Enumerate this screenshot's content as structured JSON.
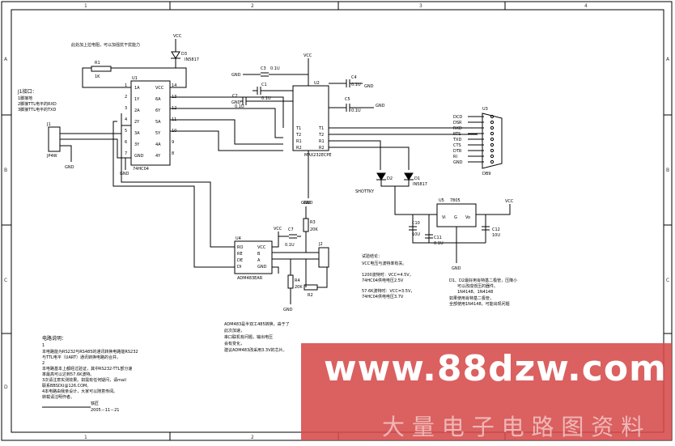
{
  "frame": {
    "cols": [
      "1",
      "2",
      "3",
      "4"
    ],
    "rows": [
      "A",
      "B",
      "C",
      "D"
    ]
  },
  "power": {
    "vcc": "VCC",
    "gnd": "GND"
  },
  "parts": {
    "d3": "D3",
    "d3_type": "IN5817",
    "r1": "R1",
    "r1_val": "1K",
    "u1": "U1",
    "u1_type": "74HC04",
    "u1_pins_left": [
      "1A",
      "1Y",
      "2A",
      "2Y",
      "3A",
      "3Y",
      "GND"
    ],
    "u1_pins_right": [
      "VCC",
      "6A",
      "6Y",
      "5A",
      "5Y",
      "4A",
      "4Y"
    ],
    "u1_nums_left": [
      "1",
      "2",
      "3",
      "4",
      "5",
      "6",
      "7"
    ],
    "u1_nums_right": [
      "14",
      "13",
      "12",
      "11",
      "10",
      "9",
      "8"
    ],
    "j1": "J1",
    "j1_type": "JP4W",
    "c1": "C1",
    "c2": "C2",
    "c3": "C3",
    "c4": "C4",
    "c5": "C5",
    "cap_val": "0.1U",
    "u2": "U2",
    "u2_type": "MAX232ECPE",
    "u2_pins_left": [
      "T1",
      "T2",
      "R1",
      "R2"
    ],
    "u2_pins_right": [
      "T1",
      "T2",
      "R1",
      "R2"
    ],
    "u3": "U3",
    "u3_type": "DB9",
    "db9_pins": [
      "DCD",
      "DSR",
      "RXD",
      "RTS",
      "TXD",
      "CTS",
      "DTR",
      "RI",
      "GND"
    ],
    "d1": "D1",
    "d1_type": "IN5817",
    "d2": "D2",
    "d2_type": "SHOTTKY",
    "u5": "U5",
    "u5_type": "7805",
    "reg_pins": [
      "Vi",
      "G",
      "Vo"
    ],
    "c10": "C10",
    "c10_val": "10U",
    "c11": "C11",
    "c11_val": "0.1U",
    "c12": "C12",
    "c12_val": "10U",
    "u4": "U4",
    "u4_type": "ADM483EAR",
    "u4_pins_left": [
      "RO",
      "RE",
      "DE",
      "DI"
    ],
    "u4_pins_right": [
      "VCC",
      "B",
      "A",
      "GND"
    ],
    "c7": "C7",
    "c7_val": "0.1U",
    "r3": "R3",
    "r3_val": "20K",
    "r4": "R4",
    "r4_val": "20K",
    "j2": "J2",
    "r2": "R2"
  },
  "notes": {
    "pullup": "此处加上拉电阻，可以加强抗干扰能力",
    "j1_title": "J1接口：",
    "j1_lines": [
      "1脚接地",
      "2脚接TTL电平的RXD",
      "3脚接TTL电平的TXD"
    ],
    "test_title": "试验结论：",
    "test_line1": "VCC电压与波特率有关。",
    "test_line2a": "1200波特时：VCC=4.5V，",
    "test_line2b": "74HC04供电电压2.5V",
    "test_line3a": "57.6K波特时：VCC=3.5V，",
    "test_line3b": "74HC04供电电压3.7V",
    "diode_lines": [
      "D1、D2最好用肖特基二极管，压降小",
      "可以改成低压的器件。",
      "1N4148、1N4148",
      "如果使用肖特基二极管，",
      "全部使用1N4148，可能出现问题"
    ],
    "adm_lines": [
      "ADM483是半双工485转换，由于了",
      "此次加速，",
      "串口联机有问题，输出电压",
      "会有变化，",
      "建议ADM483改采用3.3V的芯片。"
    ],
    "desc_title": "电路说明：",
    "desc_lines": [
      "1",
      "本电路能为RS232与RS485的通讯转换电路能RS232",
      "与TTL电平（UART）通讯转换电路的合并。",
      "2",
      "本电路基本上都经过验证，其中RS232-TTL部分速",
      "率最高可以达到57.6K波特。",
      "3次请注意实测效果。如需有任何疑问，请mail",
      "联系BBSDU@126.COM。",
      "4本电路由我亲设计，大家可以随意传阅。",
      "转载请注明作者。"
    ],
    "signature": "铁匠",
    "date": "2005－11－21"
  },
  "watermark": {
    "url": "www.88dzw.com",
    "cn": "大 量 电 子 电 路 图 资 料"
  }
}
